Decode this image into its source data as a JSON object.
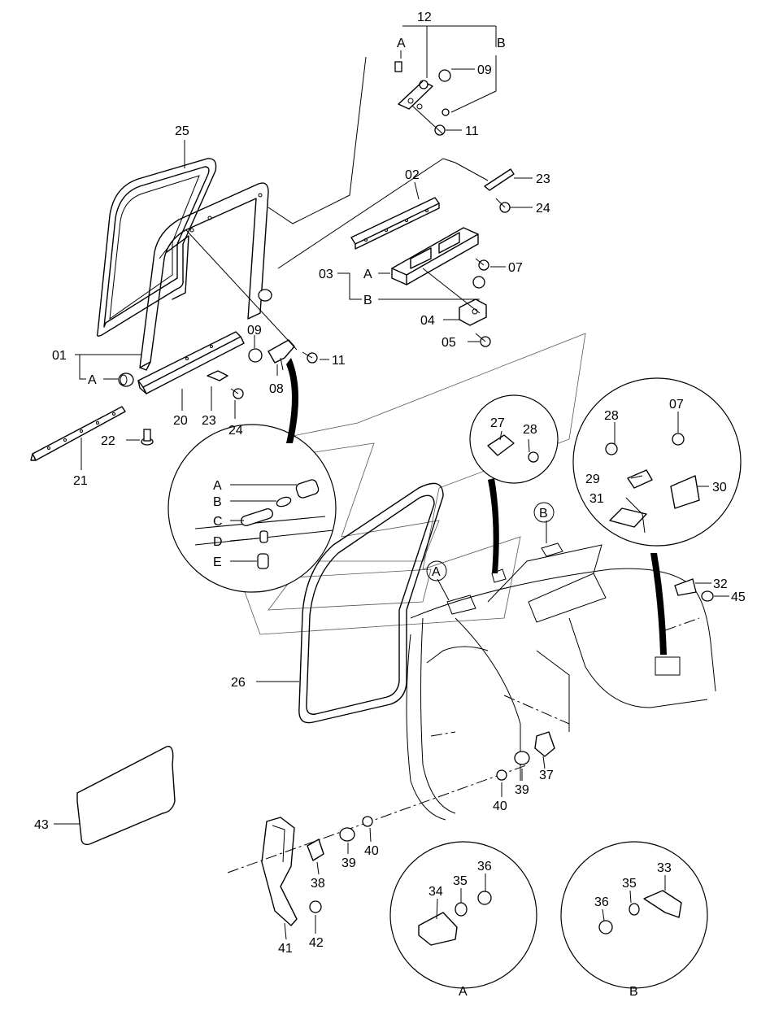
{
  "callouts": {
    "p12": "12",
    "A_top": "A",
    "B_top": "B",
    "p09_top": "09",
    "p11_top": "11",
    "p25": "25",
    "p02": "02",
    "p23_top": "23",
    "p24_top": "24",
    "p03": "03",
    "A_03": "A",
    "B_03": "B",
    "p07_top": "07",
    "p04": "04",
    "p05": "05",
    "p01": "01",
    "A_01": "A",
    "p09_mid": "09",
    "p11_mid": "11",
    "p08": "08",
    "p20": "20",
    "p23_mid": "23",
    "p24_mid": "24",
    "p22": "22",
    "p21": "21",
    "p27": "27",
    "p28_a": "28",
    "p28_b": "28",
    "p07_b": "07",
    "p29": "29",
    "p30": "30",
    "p31": "31",
    "p32": "32",
    "p45": "45",
    "B_cab": "B",
    "A_cab": "A",
    "p26": "26",
    "p37": "37",
    "p39_a": "39",
    "p40_a": "40",
    "p43": "43",
    "p38": "38",
    "p39_b": "39",
    "p40_b": "40",
    "p41": "41",
    "p42": "42",
    "p34": "34",
    "p35_a": "35",
    "p36_a": "36",
    "detail_A": "A",
    "p33": "33",
    "p35_b": "35",
    "p36_b": "36",
    "detail_B": "B"
  },
  "inset": {
    "A": "A",
    "B": "B",
    "C": "C",
    "D": "D",
    "E": "E"
  },
  "icons": {
    "drawing": "exploded-parts-diagram",
    "watermark": "outlined-logo-watermark"
  }
}
